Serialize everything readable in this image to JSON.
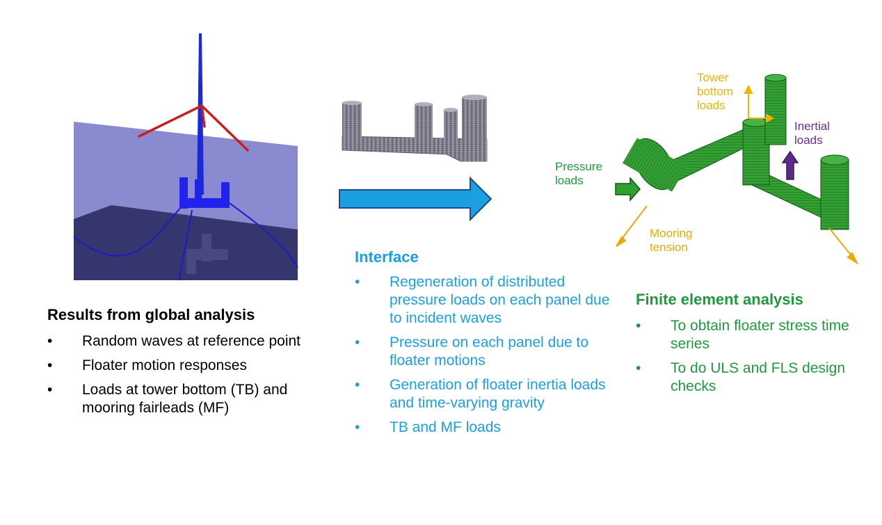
{
  "global": {
    "title": "Results from global analysis",
    "items": [
      "Random waves at reference point",
      "Floater motion responses",
      "Loads at tower bottom (TB) and mooring fairleads (MF)"
    ]
  },
  "interface": {
    "title": "Interface",
    "items": [
      "Regeneration of distributed pressure loads on each panel due to incident waves",
      "Pressure on each panel due to floater motions",
      "Generation of floater inertia loads and time-varying gravity",
      "TB and MF loads"
    ]
  },
  "fea": {
    "title": "Finite element analysis",
    "items": [
      "To obtain floater stress time series",
      "To do ULS and FLS design checks"
    ]
  },
  "labels": {
    "tower_bottom": "Tower bottom loads",
    "inertial": "Inertial loads",
    "pressure": "Pressure loads",
    "mooring": "Mooring tension"
  },
  "colors": {
    "interface_text": "#1aa0e0",
    "fea_text": "#1e9a3c",
    "tower_label": "#f0b400",
    "inertial_label": "#6a2c91",
    "arrow_blue": "#1aa0e0",
    "floater_green": "#2e8b2e"
  }
}
